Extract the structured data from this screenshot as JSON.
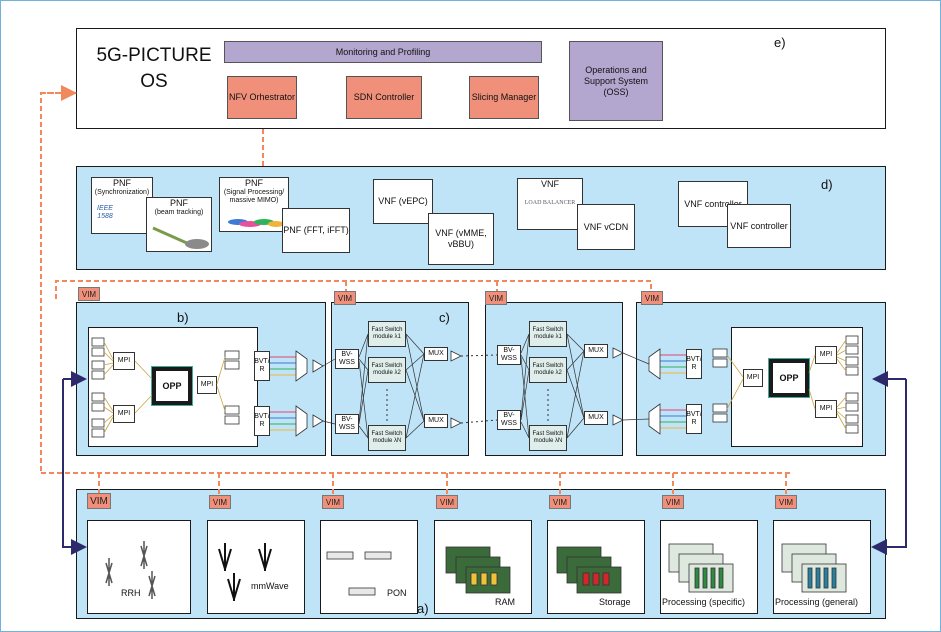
{
  "os": {
    "title_line1": "5G-PICTURE",
    "title_line2": "OS",
    "monitoring": "Monitoring and Profiling",
    "nfv": "NFV Orhestrator",
    "sdn": "SDN Controller",
    "slicing": "Slicing Manager",
    "oss": "Operations and Support System (OSS)",
    "label": "e)"
  },
  "functions": {
    "label": "d)",
    "pnf1_title": "PNF",
    "pnf1_sub": "(Synchronization)",
    "ieee": "IEEE 1588",
    "pnf2_title": "PNF",
    "pnf2_sub": "(beam tracking)",
    "pnf3_title": "PNF",
    "pnf3_sub": "(Signal Processing/ massive MIMO)",
    "pnf4": "PNF (FFT, iFFT)",
    "vnf1": "VNF (vEPC)",
    "vnf2": "VNF (vMME, vBBU)",
    "vnf3_title": "VNF",
    "load_balancer": "LOAD BALANCER",
    "vnf4": "VNF vCDN",
    "vnf5": "VNF controller",
    "vnf6": "VNF controller"
  },
  "vim": "VIM",
  "transport": {
    "label_b": "b)",
    "label_c": "c)",
    "mpi": "MPI",
    "opp": "OPP",
    "bvt": "BVT/ R",
    "bvwss": "BV-WSS",
    "mux": "MUX",
    "fast1": "Fast Switch module λ1",
    "fast2": "Fast Switch module λ2",
    "fastn": "Fast Switch module λN"
  },
  "infra": {
    "label": "a)",
    "rrh": "RRH",
    "mmwave": "mmWave",
    "pon": "PON",
    "ram": "RAM",
    "storage": "Storage",
    "proc_specific": "Processing (specific)",
    "proc_general": "Processing (general)"
  }
}
